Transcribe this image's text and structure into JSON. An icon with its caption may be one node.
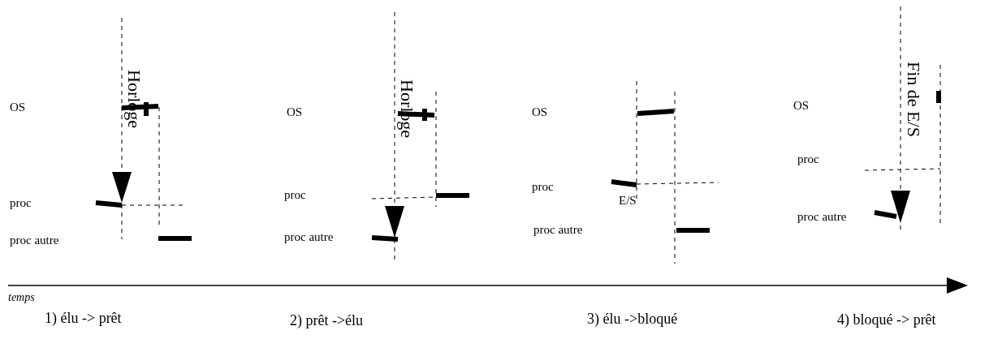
{
  "diagram": {
    "labels": [
      "Horloge",
      "OS",
      "proc",
      "proc autre",
      "Horloge",
      "OS",
      "proc",
      "proc autre",
      "OS",
      "proc",
      "E/S",
      "proc autre",
      "Fin de E/S",
      "OS",
      "proc",
      "proc autre",
      "temps",
      "1) élu -> prêt",
      "2) prêt ->élu",
      "3) élu ->bloqué",
      "4) bloqué -> prêt"
    ]
  }
}
